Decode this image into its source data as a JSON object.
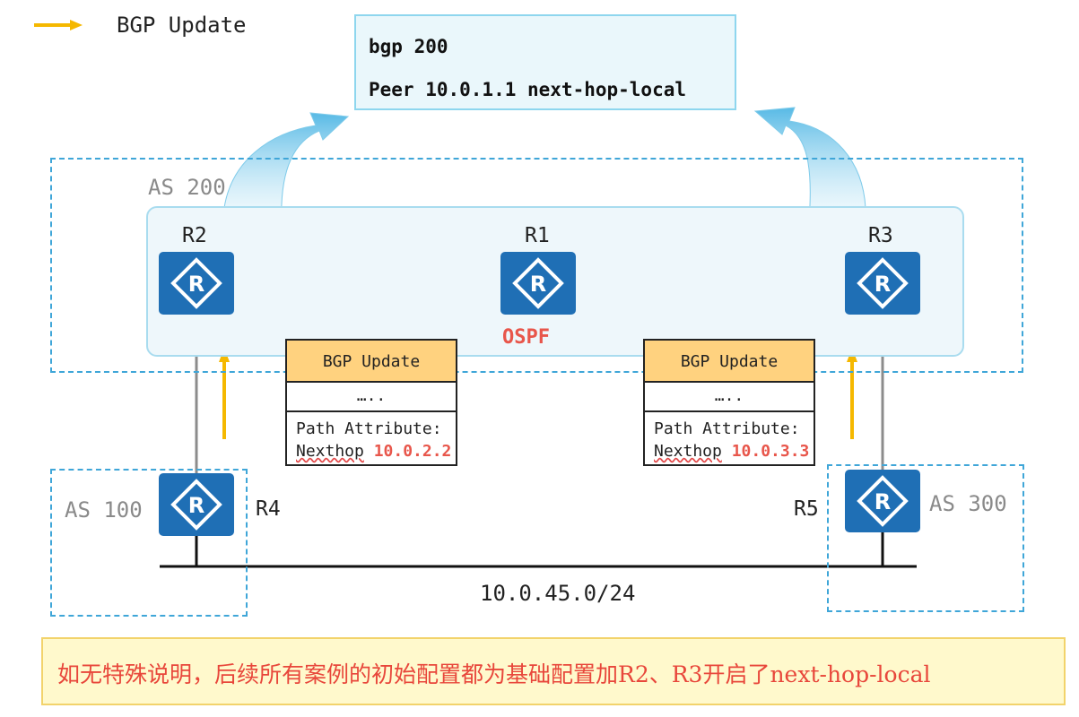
{
  "legend": {
    "label": "BGP Update",
    "arrow_color": "#f5b800"
  },
  "config": {
    "line1": "bgp 200",
    "line2": "Peer 10.0.1.1 next-hop-local"
  },
  "zones": {
    "as200": "AS 200",
    "as100": "AS 100",
    "as300": "AS 300",
    "ospf": "OSPF"
  },
  "routers": {
    "r1": "R1",
    "r2": "R2",
    "r3": "R3",
    "r4": "R4",
    "r5": "R5"
  },
  "network": {
    "label": "10.0.45.0/24"
  },
  "packets": [
    {
      "header": "BGP Update",
      "ellipsis": "…..",
      "attr": "Path Attribute:",
      "nexthop_word": "Nexthop",
      "nexthop_value": "10.0.2.2"
    },
    {
      "header": "BGP Update",
      "ellipsis": "…..",
      "attr": "Path Attribute:",
      "nexthop_word": "Nexthop",
      "nexthop_value": "10.0.3.3"
    }
  ],
  "note": {
    "text": "如无特殊说明，后续所有案例的初始配置都为基础配置加R2、R3开启了next-hop-local"
  },
  "colors": {
    "router": "#1f6fb5",
    "zone_border": "#3fa6d8",
    "ospf_fill": "#eef7fb",
    "packet_header": "#ffd27f",
    "highlight_red": "#e8564b",
    "note_fill": "#fff9cc"
  }
}
